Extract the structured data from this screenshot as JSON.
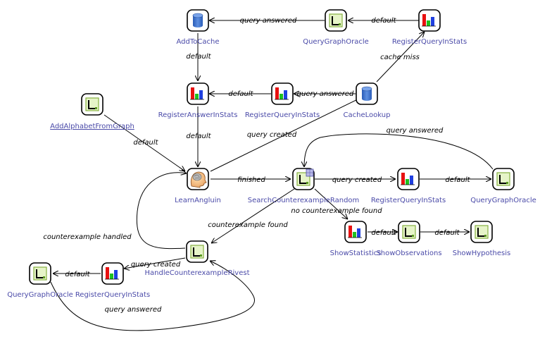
{
  "nodes": [
    {
      "id": "add_to_cache",
      "label": "AddToCache",
      "icon": "database-icon"
    },
    {
      "id": "qgo_top",
      "label": "QueryGraphOracle",
      "icon": "lambda-icon"
    },
    {
      "id": "rqis_top",
      "label": "RegisterQueryInStats",
      "icon": "bar-chart-icon"
    },
    {
      "id": "reg_answer",
      "label": "RegisterAnswerInStats",
      "icon": "bar-chart-icon"
    },
    {
      "id": "rqis_mid",
      "label": "RegisterQueryInStats",
      "icon": "bar-chart-icon"
    },
    {
      "id": "cache_lookup",
      "label": "CacheLookup",
      "icon": "database-icon"
    },
    {
      "id": "add_alphabet",
      "label": "AddAlphabetFromGraph",
      "icon": "lambda-icon"
    },
    {
      "id": "learn_angluin",
      "label": "LearnAngluin",
      "icon": "head-icon"
    },
    {
      "id": "search_ce",
      "label": "SearchCounterexampleRandom",
      "icon": "lambda-icon"
    },
    {
      "id": "rqis_right",
      "label": "RegisterQueryInStats",
      "icon": "bar-chart-icon"
    },
    {
      "id": "qgo_right",
      "label": "QueryGraphOracle",
      "icon": "lambda-icon"
    },
    {
      "id": "show_stats",
      "label": "ShowStatistics",
      "icon": "bar-chart-icon"
    },
    {
      "id": "show_obs",
      "label": "ShowObservations",
      "icon": "lambda-icon"
    },
    {
      "id": "show_hyp",
      "label": "ShowHypothesis",
      "icon": "lambda-icon"
    },
    {
      "id": "handle_ce",
      "label": "HandleCounterexampleRivest",
      "icon": "lambda-icon"
    },
    {
      "id": "rqis_bottom",
      "label": "RegisterQueryInStats",
      "icon": "bar-chart-icon"
    },
    {
      "id": "qgo_bottom",
      "label": "QueryGraphOracle",
      "icon": "lambda-icon"
    }
  ],
  "edges": [
    {
      "id": "e1",
      "label": "query answered"
    },
    {
      "id": "e2",
      "label": "default"
    },
    {
      "id": "e3",
      "label": "cache miss"
    },
    {
      "id": "e4",
      "label": "default"
    },
    {
      "id": "e5",
      "label": "default"
    },
    {
      "id": "e6",
      "label": "query answered"
    },
    {
      "id": "e7",
      "label": "default"
    },
    {
      "id": "e8",
      "label": "query created"
    },
    {
      "id": "e9",
      "label": "default"
    },
    {
      "id": "e10",
      "label": "finished"
    },
    {
      "id": "e11",
      "label": "query created"
    },
    {
      "id": "e12",
      "label": "default"
    },
    {
      "id": "e13",
      "label": "query answered"
    },
    {
      "id": "e14",
      "label": "no counterexample found"
    },
    {
      "id": "e15",
      "label": "default"
    },
    {
      "id": "e16",
      "label": "default"
    },
    {
      "id": "e17",
      "label": "counterexample found"
    },
    {
      "id": "e18",
      "label": "counterexample handled"
    },
    {
      "id": "e19",
      "label": "query created"
    },
    {
      "id": "e20",
      "label": "default"
    },
    {
      "id": "e21",
      "label": "query answered"
    }
  ]
}
